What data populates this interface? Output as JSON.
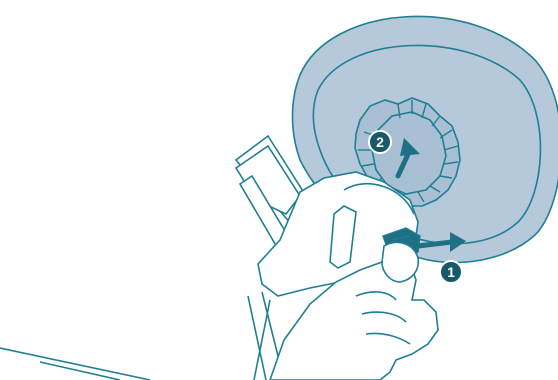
{
  "colors": {
    "line": "#1f7f93",
    "fill_mount": "#b5c9da",
    "fill_mount_inner": "#a9c0d4",
    "accent": "#1f6f85",
    "badge": "#17586b",
    "badge_text": "#ffffff",
    "background": "#ffffff"
  },
  "steps": [
    {
      "number": "1",
      "action": "pull-tab-outward",
      "arrow_icon": "arrow-right-icon"
    },
    {
      "number": "2",
      "action": "lift-mount-up",
      "arrow_icon": "arrow-up-right-icon"
    }
  ],
  "parts": [
    "suction-cup-mount",
    "release-tab",
    "phone-holder-cradle",
    "hand"
  ]
}
